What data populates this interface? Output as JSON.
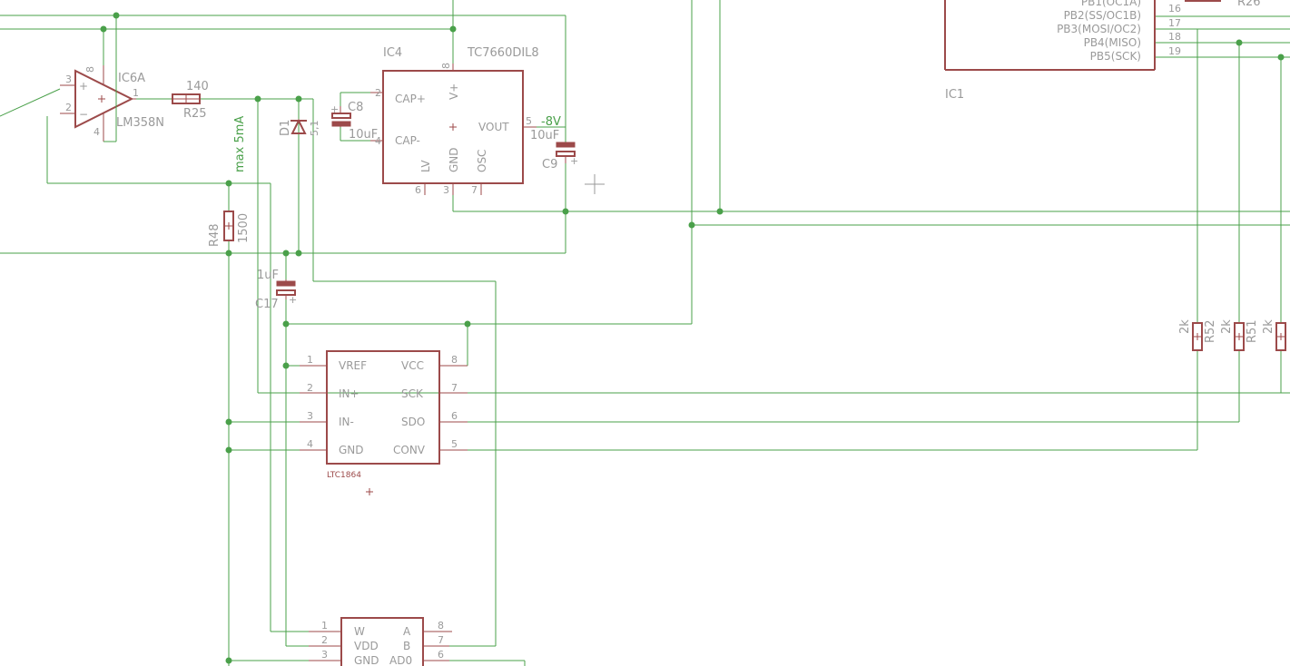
{
  "parts": {
    "ic6a": {
      "name": "IC6A",
      "value": "LM358N"
    },
    "ic4": {
      "name": "IC4",
      "value": "TC7660DIL8"
    },
    "ic1": {
      "name": "IC1"
    },
    "r25": {
      "name": "R25",
      "value": "140"
    },
    "r48": {
      "name": "R48",
      "value": "1500"
    },
    "r52": {
      "name": "R52",
      "value": "2k"
    },
    "r51": {
      "name": "R51",
      "value": "2k"
    },
    "r53": {
      "value": "2k"
    },
    "r26": {
      "name": "R26"
    },
    "d1": {
      "name": "D1",
      "value": "5,1"
    },
    "c8": {
      "name": "C8",
      "value": "10uF"
    },
    "c9": {
      "name": "C9",
      "value": "10uF"
    },
    "c17": {
      "name": "C17",
      "value": "1uF"
    },
    "ltc": {
      "value": "LTC1864"
    }
  },
  "nets": {
    "max": "max 5mA",
    "neg": "-8V"
  },
  "ic4_pins": {
    "cap_plus": "CAP+",
    "cap_minus": "CAP-",
    "vplus": "V+",
    "vout": "VOUT",
    "gnd": "GND",
    "lv": "LV",
    "osc": "OSC"
  },
  "ic1_pins": {
    "pb1": "PB1(OC1A)",
    "pb2": "PB2(SS/OC1B)",
    "pb3": "PB3(MOSI/OC2)",
    "pb4": "PB4(MISO)",
    "pb5": "PB5(SCK)"
  },
  "ltc_pins": {
    "vref": "VREF",
    "inp": "IN+",
    "inm": "IN-",
    "gnd": "GND",
    "vcc": "VCC",
    "sck": "SCK",
    "sdo": "SDO",
    "conv": "CONV"
  },
  "pot_pins": {
    "w": "W",
    "vdd": "VDD",
    "gnd": "GND",
    "a": "A",
    "b": "B",
    "ad0": "AD0"
  },
  "opamp_signs": {
    "plus": "+",
    "minus": "−"
  },
  "pin_numbers": {
    "p1": "1",
    "p2": "2",
    "p3": "3",
    "p4": "4",
    "p5": "5",
    "p6": "6",
    "p7": "7",
    "p8": "8",
    "p16": "16",
    "p17": "17",
    "p18": "18",
    "p19": "19"
  },
  "colors": {
    "wire": "#4aa04a",
    "part": "#9c4a4a",
    "label": "#9a9a9a",
    "background": "#ffffff"
  },
  "icons": {
    "cursor": "crosshair-cursor-icon"
  }
}
